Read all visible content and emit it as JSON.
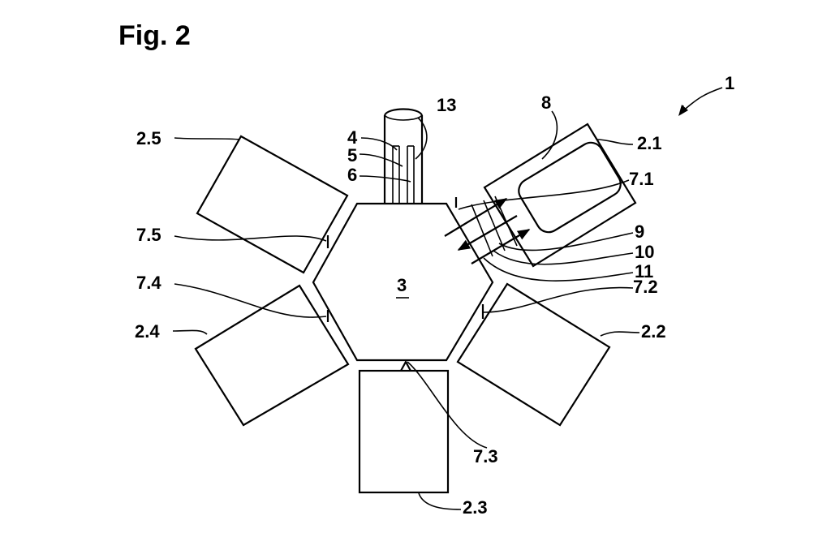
{
  "figure": {
    "title": "Fig. 2",
    "labels": {
      "apparatus": "1",
      "station_1": "2.1",
      "station_2": "2.2",
      "station_3": "2.3",
      "station_4": "2.4",
      "station_5": "2.5",
      "central_chamber": "3",
      "line_4": "4",
      "line_5": "5",
      "line_6": "6",
      "valve_1": "7.1",
      "valve_2": "7.2",
      "valve_3": "7.3",
      "valve_4": "7.4",
      "valve_5": "7.5",
      "substrate": "8",
      "arrow_9": "9",
      "arrow_10": "10",
      "arrow_11": "11",
      "feed": "13"
    }
  }
}
